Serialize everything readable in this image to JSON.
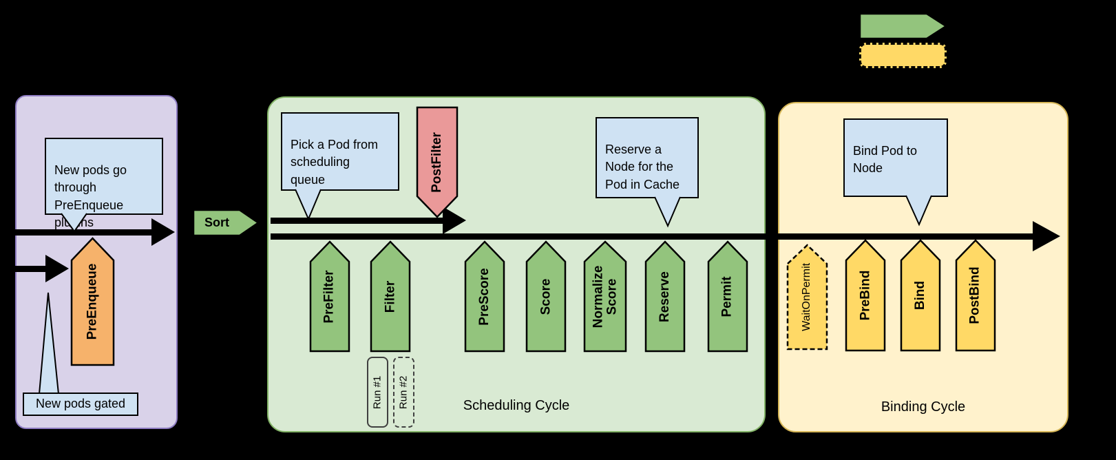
{
  "diagram": {
    "pre_enqueue": {
      "callout_top": "New pods go\nthrough\nPreEnqueue\nplugins",
      "stage": "PreEnqueue",
      "callout_bottom": "New pods gated"
    },
    "sort": {
      "label": "Sort"
    },
    "scheduling_cycle": {
      "title": "Scheduling Cycle",
      "callout_pick": "Pick a Pod from\nscheduling\nqueue",
      "callout_reserve": "Reserve a\nNode for the\nPod in Cache",
      "post_filter": "PostFilter",
      "stages": [
        "PreFilter",
        "Filter",
        "PreScore",
        "Score",
        "Normalize\nScore",
        "Reserve",
        "Permit"
      ],
      "runs": [
        "Run #1",
        "Run #2"
      ]
    },
    "binding_cycle": {
      "title": "Binding Cycle",
      "callout_bind": "Bind Pod to\nNode",
      "wait_stage": "WaitOnPermit",
      "stages": [
        "PreBind",
        "Bind",
        "PostBind"
      ]
    },
    "colors": {
      "background": "#000000",
      "queue_section_fill": "#d9d2e9",
      "scheduling_fill": "#d9ead3",
      "binding_fill": "#fff2cc",
      "green_stage": "#93c47d",
      "orange_stage": "#f6b26b",
      "red_stage": "#ea9999",
      "yellow_stage": "#ffd966",
      "callout_fill": "#cfe2f3"
    }
  }
}
